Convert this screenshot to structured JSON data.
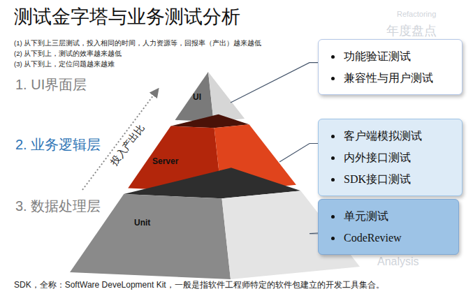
{
  "diagram": {
    "title": "测试金字塔与业务测试分析",
    "nodes": [
      {
        "text": [
          "UI"
        ]
      },
      {
        "text": [
          "Server"
        ]
      },
      {
        "text": [
          "Unit"
        ]
      },
      {
        "text": [
          "功能验证测试",
          "兼容性与用户测试"
        ]
      },
      {
        "text": [
          "客户端模拟测试",
          "内外接口测试",
          "SDK接口测试"
        ]
      },
      {
        "text": [
          "单元测试",
          "CodeReview"
        ]
      }
    ],
    "edges": [
      {
        "from": 3,
        "to": 0,
        "arrow": "none"
      },
      {
        "from": 4,
        "to": 1,
        "arrow": "none"
      },
      {
        "from": 5,
        "to": 2,
        "arrow": "none"
      }
    ],
    "labels": [
      "(1) 从下到上三层测试，投入相同的时间，人力资源等，回报率（产出）越来越低",
      "(2) 从下到上，测试的效率越来越低",
      "(3) 从下到上，定位问题越来越难",
      "1. UI界面层",
      "2. 业务逻辑层",
      "3. 数据处理层",
      "投入产出比",
      "SDK，全称：SoftWare DeveLopment Kit，一般是指软件工程师特定的软件包建立的开发工具集合。",
      "Refactoring",
      "年度盘点",
      "Analysis"
    ]
  }
}
